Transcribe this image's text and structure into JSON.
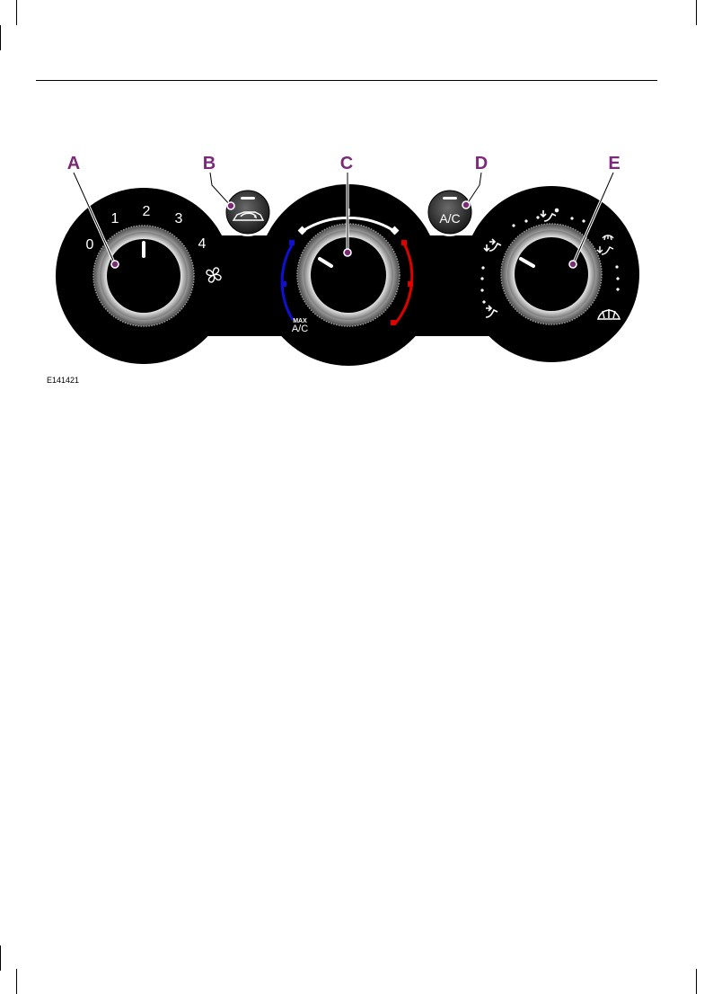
{
  "figure": {
    "id": "E141421",
    "callouts": [
      "A",
      "B",
      "C",
      "D",
      "E"
    ],
    "fan_dial": {
      "scale": [
        "0",
        "1",
        "2",
        "3",
        "4"
      ],
      "icon": "fan-icon"
    },
    "recirc_button": {
      "icon": "recirculation-car-icon"
    },
    "temperature_dial": {
      "max_label": "MAX",
      "ac_label": "A/C"
    },
    "ac_button": {
      "label": "A/C"
    },
    "distribution_dial": {
      "icons": [
        "face-vent-icon",
        "face-feet-icon",
        "feet-icon",
        "feet-windscreen-icon",
        "windscreen-defrost-icon"
      ]
    },
    "colors": {
      "callout": "#7a2a78",
      "cold": "#1010d0",
      "hot": "#e00000",
      "panel": "#000000"
    }
  }
}
